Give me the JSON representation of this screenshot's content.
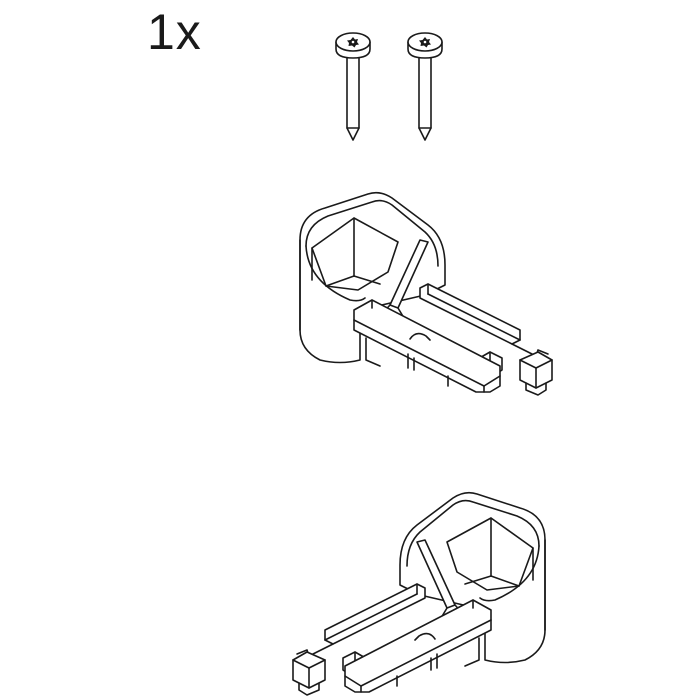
{
  "diagram": {
    "type": "assembly-parts-list",
    "quantity_label": "1x",
    "colors": {
      "line": "#1a1a1a",
      "background": "#ffffff"
    },
    "parts": [
      {
        "id": "screw-1",
        "kind": "screw",
        "head": "torx pan head",
        "count": 1
      },
      {
        "id": "screw-2",
        "kind": "screw",
        "head": "torx pan head",
        "count": 1
      },
      {
        "id": "bracket-left-open",
        "kind": "clip-bracket",
        "orientation": "ring on left, prongs to right",
        "count": 1
      },
      {
        "id": "bracket-right-open",
        "kind": "clip-bracket",
        "orientation": "ring on right, prongs to left (mirrored)",
        "count": 1
      }
    ]
  }
}
